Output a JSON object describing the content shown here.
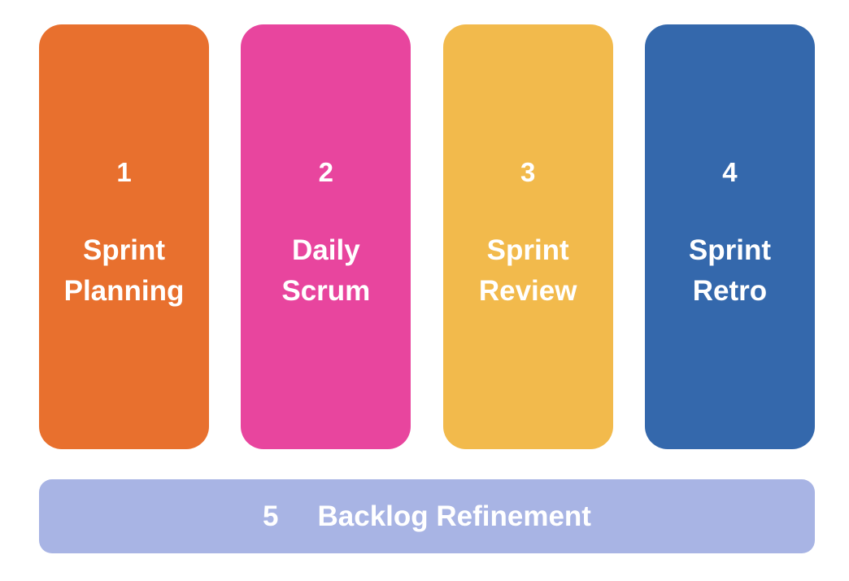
{
  "diagram": {
    "type": "process-flow",
    "background_color": "#FFFFFF",
    "cards": [
      {
        "number": "1",
        "title": "Sprint\nPlanning",
        "color": "#E8702E",
        "text_color": "#FFFFFF"
      },
      {
        "number": "2",
        "title": "Daily\nScrum",
        "color": "#E8459E",
        "text_color": "#FFFFFF"
      },
      {
        "number": "3",
        "title": "Sprint\nReview",
        "color": "#F2BA4C",
        "text_color": "#FFFFFF"
      },
      {
        "number": "4",
        "title": "Sprint\nRetro",
        "color": "#3468AC",
        "text_color": "#FFFFFF"
      }
    ],
    "footer": {
      "number": "5",
      "title": "Backlog Refinement",
      "color": "#A8B4E4",
      "text_color": "#FFFFFF"
    }
  }
}
